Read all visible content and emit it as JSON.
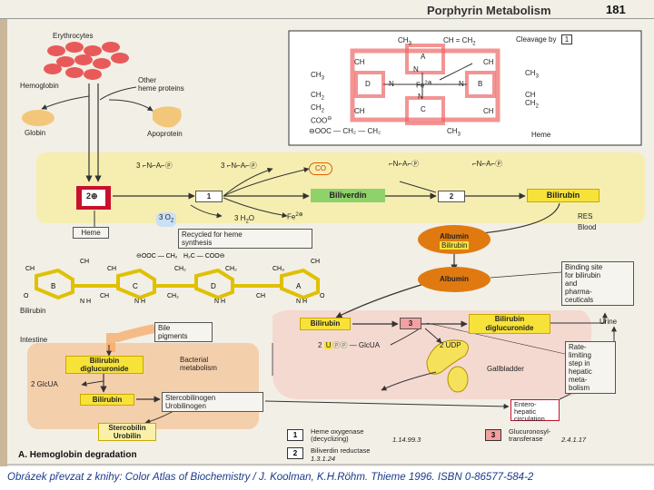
{
  "header": {
    "title": "Porphyrin Metabolism",
    "page_number": "181"
  },
  "diagram": {
    "erythrocytes": "Erythrocytes",
    "hemoglobin": "Hemoglobin",
    "other_heme_proteins": "Other\nheme proteins",
    "globin": "Globin",
    "apoprotein": "Apoprotein",
    "fe": "2⊕",
    "heme": "Heme",
    "o2": "3 O",
    "o2_sub": "2",
    "step1": "1",
    "step2": "2",
    "step3": "3",
    "h2o": "3 H",
    "h2o_sub": "2",
    "h2o_tail": "O",
    "fe2": "Fe",
    "fe2_sup": "2⊕",
    "co": "CO",
    "biliverdin": "Biliverdin",
    "bilirubin": "Bilirubin",
    "recycled": "Recycled for heme\nsynthesis",
    "res": "RES",
    "blood": "Blood",
    "albumin": "Albumin",
    "albumin_bilirubin": "Bilirubin",
    "binding_site": "Binding site\nfor bilirubin\nand\npharma-\nceuticals",
    "bilirubin_struct_label": "Bilirubin",
    "intestine": "Intestine",
    "bile_pigments": "Bile\npigments",
    "liver_bilirubin": "Bilirubin",
    "bilirubin_diglucuronide": "Bilirubin\ndiglucuronide",
    "glcua_2": "2",
    "glcua": "GlcUA",
    "udp": "2 UDP",
    "urine": "Urine",
    "rate_limiting": "Rate-\nlimiting\nstep in\nhepatic\nmeta-\nbolism",
    "gallbladder": "Gallbladder",
    "intestine_diglucuronide": "Bilirubin\ndiglucuronide",
    "bacterial": "Bacterial\nmetabolism",
    "two_glcua": "2 GlcUA",
    "intestine_bilirubin": "Bilirubin",
    "stercobilinogen": "Stercobilinogen\nUrobilinogen",
    "stercobilin": "Stercobilin\nUrobilin",
    "enterohepatic": "Entero-\nhepatic\ncirculation",
    "panel_title": "A. Hemoglobin degradation",
    "heme_box": {
      "cleavage": "Cleavage by",
      "cleavage_num": "1",
      "heme_label": "Heme",
      "ring_a": "A",
      "ring_b": "B",
      "ring_c": "C",
      "ring_d": "D",
      "fe_center": "Fe",
      "fe_charge": "2⊕",
      "n": "N",
      "ch": "CH",
      "ch3": "CH",
      "ch3_sub": "3",
      "ch_eq_ch2": "CH = CH",
      "ch2": "CH",
      "coo": "COO",
      "ooc_chain": "OOC — CH₂ — CH₂"
    }
  },
  "legend": [
    {
      "num": "1",
      "name": "Heme oxygenase\n(decyclizing)",
      "ec": "1.14.99.3"
    },
    {
      "num": "2",
      "name": "Biliverdin reductase",
      "ec": "1.3.1.24"
    },
    {
      "num": "3",
      "name": "Glucuronosyl-\ntransferase",
      "ec": "2.4.1.17"
    }
  ],
  "caption": "Obrázek převzat z knihy: Color Atlas of Biochemistry / J. Koolman, K.H.Röhm. Thieme 1996. ISBN 0-86577-584-2",
  "colors": {
    "yellow_band": "#f6eeb0",
    "yellow_box": "#f7e23a",
    "orange": "#e07a10",
    "red": "#c8102e",
    "pink": "#f4d3cc",
    "liver_band": "#f4c9a0",
    "green": "#8fd16a"
  }
}
